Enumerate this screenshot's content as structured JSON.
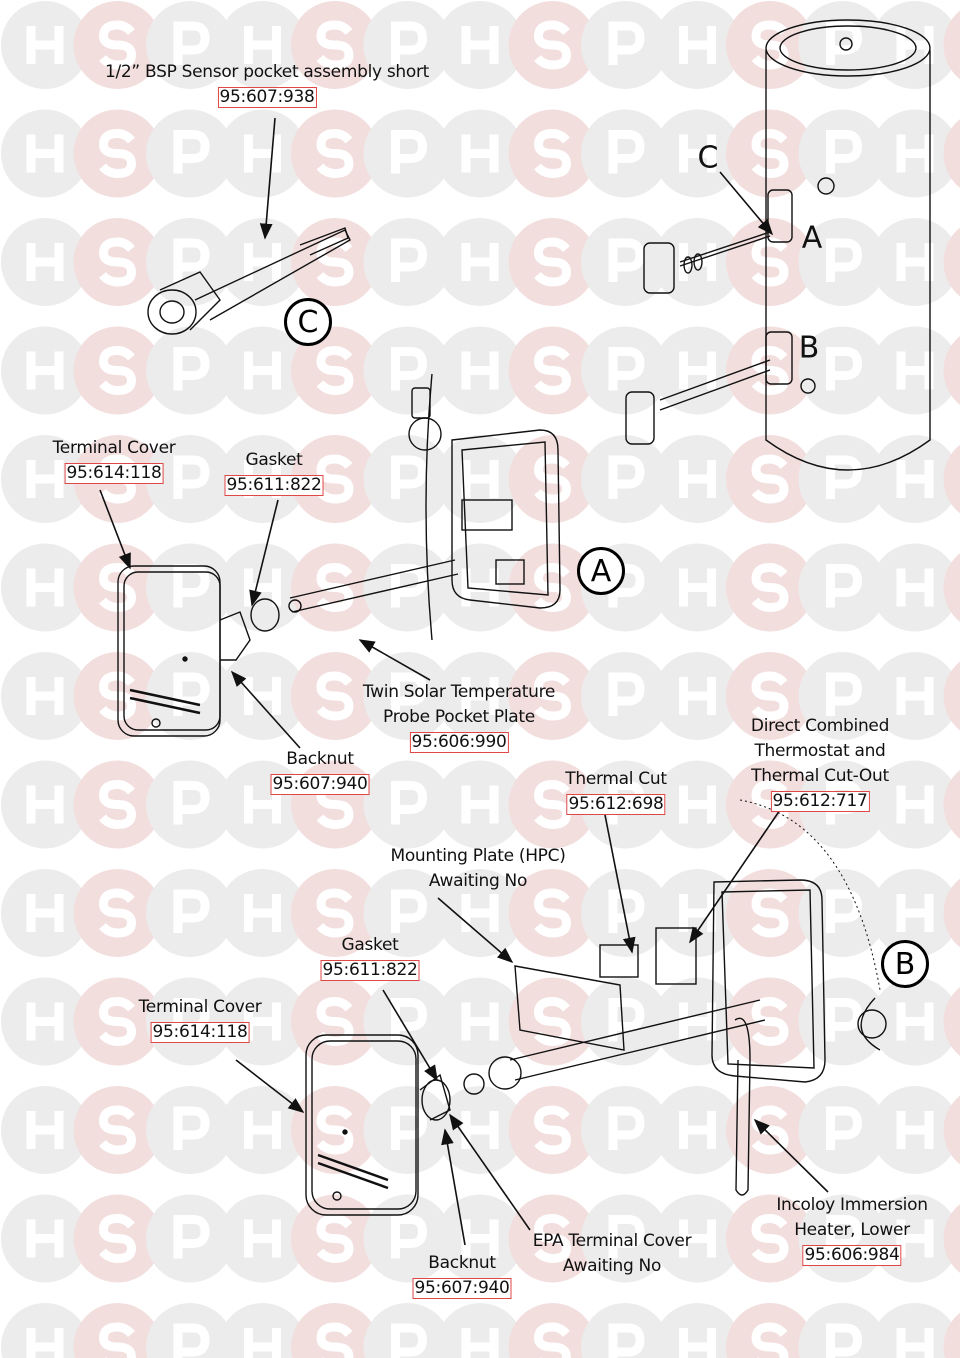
{
  "watermark": {
    "text": [
      "H",
      "S",
      "P"
    ],
    "colors": {
      "H": "#ececec",
      "S": "#f3dede",
      "P": "#ececec"
    }
  },
  "callouts": {
    "sensor_pocket": {
      "label": "1/2” BSP Sensor pocket assembly short",
      "code": "95:607:938"
    },
    "terminal_cover_a": {
      "label": "Terminal Cover",
      "code": "95:614:118"
    },
    "gasket_a": {
      "label": "Gasket",
      "code": "95:611:822"
    },
    "probe_plate": {
      "label1": "Twin Solar Temperature",
      "label2": "Probe Pocket Plate",
      "code": "95:606:990"
    },
    "backnut_a": {
      "label": "Backnut",
      "code": "95:607:940"
    },
    "direct_thermostat": {
      "label1": "Direct Combined",
      "label2": "Thermostat and",
      "label3": "Thermal Cut-Out",
      "code": "95:612:717"
    },
    "thermal_cut": {
      "label": "Thermal Cut",
      "code": "95:612:698"
    },
    "mounting_plate": {
      "label1": "Mounting Plate (HPC)",
      "label2": "Awaiting No"
    },
    "gasket_b": {
      "label": "Gasket",
      "code": "95:611:822"
    },
    "terminal_cover_b": {
      "label": "Terminal Cover",
      "code": "95:614:118"
    },
    "immersion_heater": {
      "label1": "Incoloy Immersion",
      "label2": "Heater, Lower",
      "code": "95:606:984"
    },
    "epa_cover": {
      "label1": "EPA Terminal Cover",
      "label2": "Awaiting No"
    },
    "backnut_b": {
      "label": "Backnut",
      "code": "95:607:940"
    }
  },
  "views": {
    "a": "A",
    "b": "B",
    "c": "C"
  }
}
